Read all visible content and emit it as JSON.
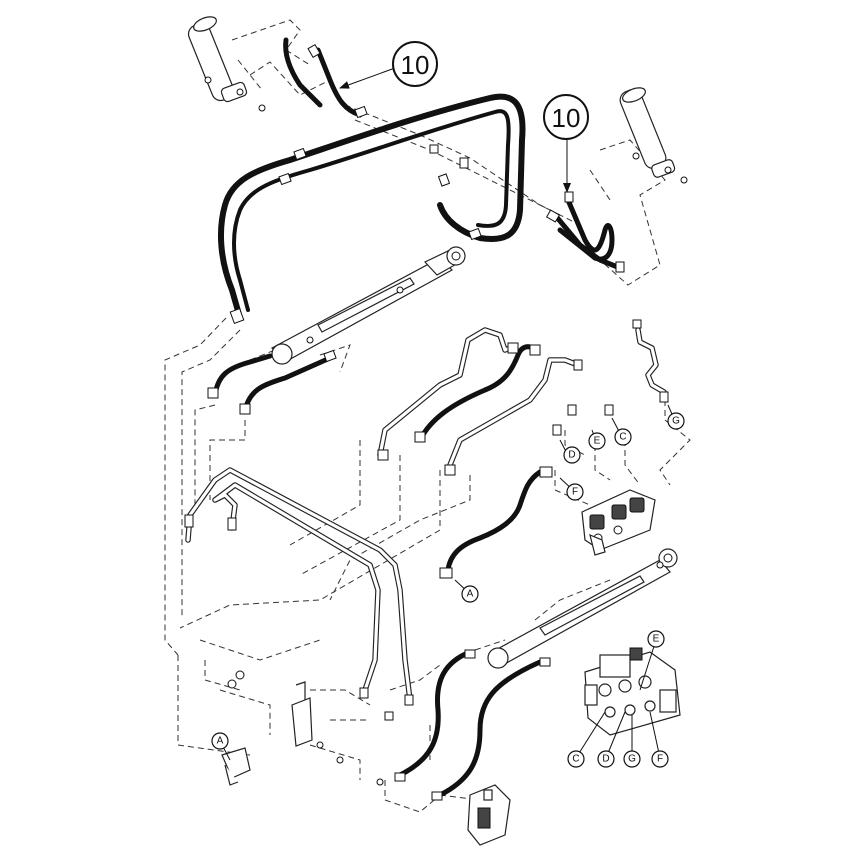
{
  "callouts_big": [
    {
      "id": "callout-10-left",
      "label": "10"
    },
    {
      "id": "callout-10-right",
      "label": "10"
    }
  ],
  "callouts_small": [
    {
      "id": "callout-d-upper",
      "label": "D"
    },
    {
      "id": "callout-e-upper",
      "label": "E"
    },
    {
      "id": "callout-c-upper",
      "label": "C"
    },
    {
      "id": "callout-g-upper",
      "label": "G"
    },
    {
      "id": "callout-f-upper",
      "label": "F"
    },
    {
      "id": "callout-a-mid",
      "label": "A"
    },
    {
      "id": "callout-e-lower",
      "label": "E"
    },
    {
      "id": "callout-a-lower",
      "label": "A"
    },
    {
      "id": "callout-c-lower",
      "label": "C"
    },
    {
      "id": "callout-d-lower",
      "label": "D"
    },
    {
      "id": "callout-g-lower",
      "label": "G"
    },
    {
      "id": "callout-f-lower",
      "label": "F"
    }
  ]
}
